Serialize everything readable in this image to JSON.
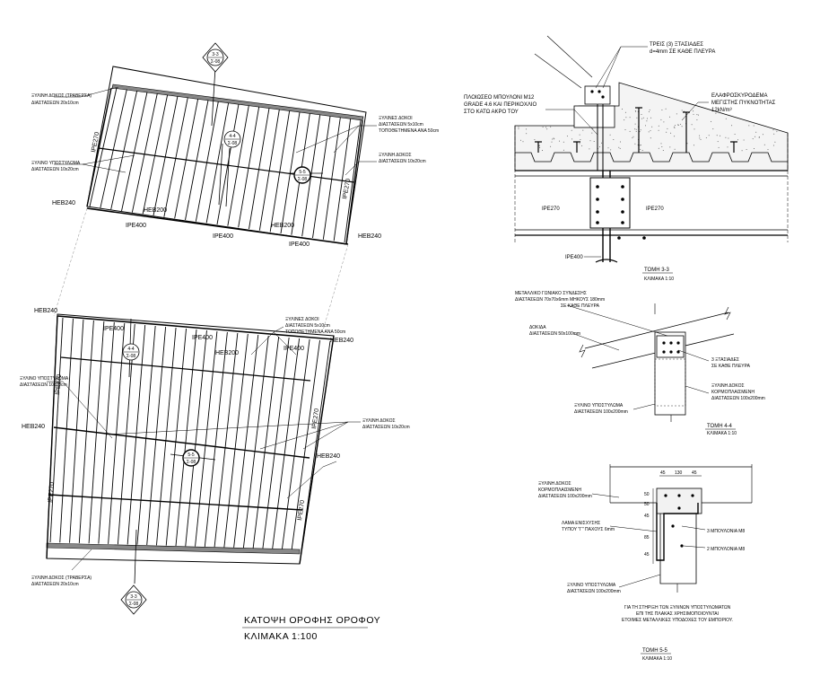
{
  "plan": {
    "title": "ΚΑΤΟΨΗ ΟΡΟΦΗΣ ΟΡΟΦΟΥ",
    "scale": "ΚΛΙΜΑΚΑ 1:100",
    "upper": {
      "steel_beam_label": "ΞΥΛΙΝΗ ΔΟΚΟΣ (ΤΡΑΒΕΡΣΑ)",
      "steel_beam_dims": "ΔΙΑΣΤΑΣΕΩΝ 20x10cm",
      "purlins_label": "ΞΥΛΙΝΕΣ ΔΟΚΟΙ",
      "purlins_dims": "ΔΙΑΣΤΑΣΕΩΝ 5x10cm",
      "purlins_spacing": "ΤΟΠΟΘΕΤΗΜΕΝΑ ΑΝΑ 50cm",
      "support_label": "ΞΥΛΙΝΟ ΥΠΟΣΤΥΛΩΜΑ",
      "support_dims": "ΔΙΑΣΤΑΣΕΩΝ 10x20cm",
      "beam_label": "ΞΥΛΙΝΗ ΔΟΚΟΣ",
      "beam_dims": "ΔΙΑΣΤΑΣΕΩΝ 10x20cm",
      "ipe270_a": "IPE270",
      "ipe270_b": "IPE270",
      "heb240_left": "HEB240",
      "heb240_right": "HEB240",
      "heb200_a": "HEB200",
      "heb200_b": "HEB200",
      "ipe400_a": "IPE400",
      "ipe400_b": "IPE400",
      "ipe400_c": "IPE400"
    },
    "lower": {
      "heb240_top": "HEB240",
      "heb240_right": "HEB240",
      "heb240_left": "HEB240",
      "heb240_mid": "HEB240",
      "ipe400_a": "IPE400",
      "ipe400_b": "IPE400",
      "ipe400_c": "IPE400",
      "heb200": "HEB200",
      "ipe270_a": "IPE270",
      "ipe270_b": "IPE270",
      "ipe270_c": "IPE270",
      "ipe270_d": "IPE270",
      "purlins_label": "ΞΥΛΙΝΕΣ ΔΟΚΟΙ",
      "purlins_dims": "ΔΙΑΣΤΑΣΕΩΝ 5x10cm",
      "purlins_spacing": "ΤΟΠΟΘΕΤΗΜΕΝΑ ΑΝΑ 50cm",
      "support_label": "ΞΥΛΙΝΟ ΥΠΟΣΤΥΛΩΜΑ",
      "support_dims": "ΔΙΑΣΤΑΣΕΩΝ 10x20cm",
      "beam_label": "ΞΥΛΙΝΗ ΔΟΚΟΣ",
      "beam_dims": "ΔΙΑΣΤΑΣΕΩΝ 10x20cm",
      "bottom_beam_label": "ΞΥΛΙΝΗ ΔΟΚΟΣ (ΤΡΑΒΕΡΣΑ)",
      "bottom_beam_dims": "ΔΙΑΣΤΑΣΕΩΝ 20x10cm"
    },
    "markers": {
      "s33_top_num": "3-3",
      "s33_top_ref": "Σ-08",
      "s44_up_num": "4-4",
      "s44_up_ref": "Σ-08",
      "s55_up_num": "5-5",
      "s55_up_ref": "Σ-08",
      "s44_lo_num": "4-4",
      "s44_lo_ref": "Σ-08",
      "s55_lo_num": "5-5",
      "s55_lo_ref": "Σ-08",
      "s33_bot_num": "3-3",
      "s33_bot_ref": "Σ-08"
    }
  },
  "section33": {
    "title": "ΤΟΜΗ 3-3",
    "scale": "ΚΛΙΜΑΚΑ 1:10",
    "welds": "ΤΡΕΙΣ (3) ΞΤΑΣΙΑΔΕΣ",
    "welds_spec": "d=4mm ΣΕ ΚΑΘΕ ΠΛΕΥΡΑ",
    "bolt_1": "ΠΛΟΙΩΣΕΟ ΜΠΟΥΛΟΝΙ Μ12",
    "bolt_2": "GRADE 4.6 ΚΑΙ ΠΕΡΙΚΟΧΛΙΟ",
    "bolt_3": "ΣΤΟ ΚΑΤΩ ΑΚΡΟ ΤΟΥ",
    "slab_1": "ΕΛΑΦΡΟΣΚΥΡΟΔΕΜΑ",
    "slab_2": "ΜΕΓΙΣΤΗΣ ΠΥΚΝΟΤΗΤΑΣ",
    "slab_3": "12kN/m³",
    "ipe270_left": "IPE270",
    "ipe270_right": "IPE270",
    "ipe400": "IPE400"
  },
  "section44": {
    "title": "ΤΟΜΗ 4-4",
    "scale": "ΚΛΙΜΑΚΑ 1:10",
    "angle_1": "ΜΕΤΑΛΛΙΚΟ ΓΩΝΙΑΚΟ ΣΥΝΔΕΣΗΣ",
    "angle_2": "ΔΙΑΣΤΑΣΕΩΝ 70x70x6mm ΜΗΚΟΥΣ 180mm",
    "angle_3": "ΣΕ ΚΑΘΕ ΠΛΕΥΡΑ",
    "joist_1": "ΔΟΚΙΔΑ",
    "joist_2": "ΔΙΑΣΤΑΣΕΩΝ 50x100mm",
    "bolts_1": "3 ΞΤΑΣΙΑΔΕΣ",
    "bolts_2": "ΣΕ ΚΑΘΕ ΠΛΕΥΡΑ",
    "beam_1": "ΞΥΛΙΝΗ ΔΟΚΟΣ",
    "beam_2": "ΚΟΡΜΟΠΛΑΙΣΜΕΝΗ",
    "beam_3": "ΔΙΑΣΤΑΣΕΩΝ 100x200mm",
    "post_1": "ΞΥΛΙΝΟ ΥΠΟΣΤΥΛΩΜΑ",
    "post_2": "ΔΙΑΣΤΑΣΕΩΝ 100x200mm"
  },
  "section55": {
    "title": "ΤΟΜΗ 5-5",
    "scale": "ΚΛΙΜΑΚΑ 1:10",
    "beam_1": "ΞΥΛΙΝΗ ΔΟΚΟΣ",
    "beam_2": "ΚΟΡΜΟΠΛΑΙΣΜΕΝΗ",
    "beam_3": "ΔΙΑΣΤΑΣΕΩΝ 100x200mm",
    "plate_1": "ΛΑΜΑ ΕΝΙΣΧΥΣΗΣ",
    "plate_2": "ΤΥΠΟΥ \"Γ\" ΠΑΧΟΥΣ 6mm",
    "post_1": "ΞΥΛΙΝΟ ΥΠΟΣΤΥΛΩΜΑ",
    "post_2": "ΔΙΑΣΤΑΣΕΩΝ 100x200mm",
    "bolts_a": "3 ΜΠΟΥΛΟΝΙΑ Μ8",
    "bolts_b": "2 ΜΠΟΥΛΟΝΙΑ Μ8",
    "note_1": "ΓΙΑ ΤΗ ΣΤΗΡΙΞΗ ΤΩΝ ΞΥΛΙΝΩΝ ΥΠΟΣΤΥΛΩΜΑΤΩΝ",
    "note_2": "ΕΠΙ ΤΗΣ ΠΛΑΚΑΣ ΧΡΗΣΙΜΟΠΟΙΟΥΝΤΑΙ",
    "note_3": "ΕΤΟΙΜΕΣ ΜΕΤΑΛΛΙΚΕΣ ΥΠΟΔΟΧΕΣ ΤΟΥ ΕΜΠΟΡΙΟΥ.",
    "dim_45a": "45",
    "dim_130": "130",
    "dim_45b": "45",
    "dim_v50a": "50",
    "dim_v50b": "50",
    "dim_v45a": "45",
    "dim_v85": "85",
    "dim_v45b": "45"
  }
}
